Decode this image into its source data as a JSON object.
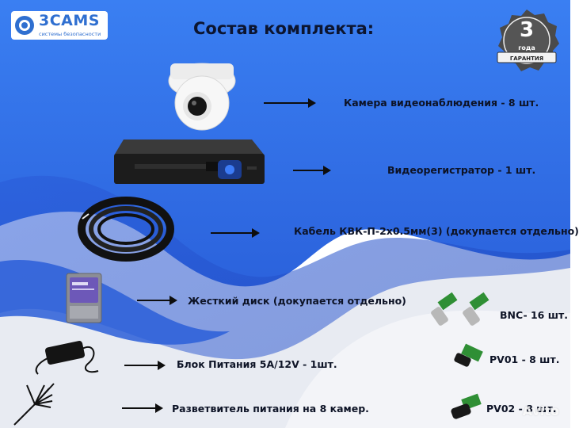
{
  "logo": {
    "brand": "3CAMS",
    "tagline": "системы безопасности"
  },
  "title": "Состав комплекта:",
  "warranty": {
    "years": "3",
    "word": "года",
    "ribbon": "ГАРАНТИЯ"
  },
  "items": [
    "Камера видеонаблюдения - 8 шт.",
    "Видеорегистратор - 1 шт.",
    "Кабель КВК-П-2х0.5мм(3) (докупается отдельно)",
    "Жесткий диск (докупается отдельно)",
    "Блок Питания 5А/12V - 1шт.",
    "Разветвитель питания на 8 камер."
  ],
  "connectors": [
    "BNC- 16 шт.",
    "PV01 - 8 шт.",
    "PV02 - 8 шт."
  ],
  "watermark": "Avito",
  "colors": {
    "blue_light": "#3f86f4",
    "blue_dark": "#1f55d4",
    "text": "#0d1326"
  }
}
